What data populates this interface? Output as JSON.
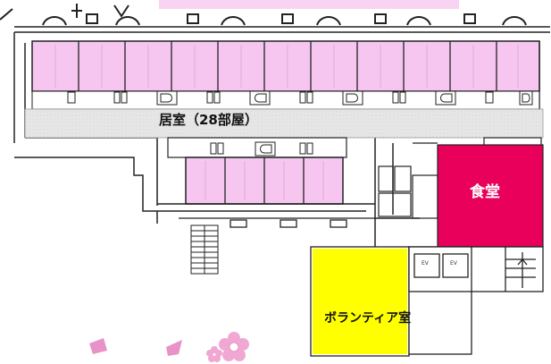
{
  "floor_plan": {
    "rooms": {
      "living_rooms": "居室（28部屋）",
      "dining_hall": "食堂",
      "volunteer_room": "ボランティア室"
    },
    "elevator_labels": [
      "EV",
      "EV"
    ],
    "colors": {
      "living_room_fill": "#f6c6f0",
      "dining_hall_fill": "#e8005a",
      "volunteer_room_fill": "#ffff00",
      "corridor_fill": "#e6e6e6",
      "header_band_fill": "#f9d3f2",
      "wall_stroke": "#222222",
      "decoration_pink": "#f0a8d2"
    },
    "icons": [
      "toilet-icon",
      "sink-icon",
      "stairs-icon",
      "cherry-blossom-icon",
      "window-arch-icon"
    ]
  }
}
